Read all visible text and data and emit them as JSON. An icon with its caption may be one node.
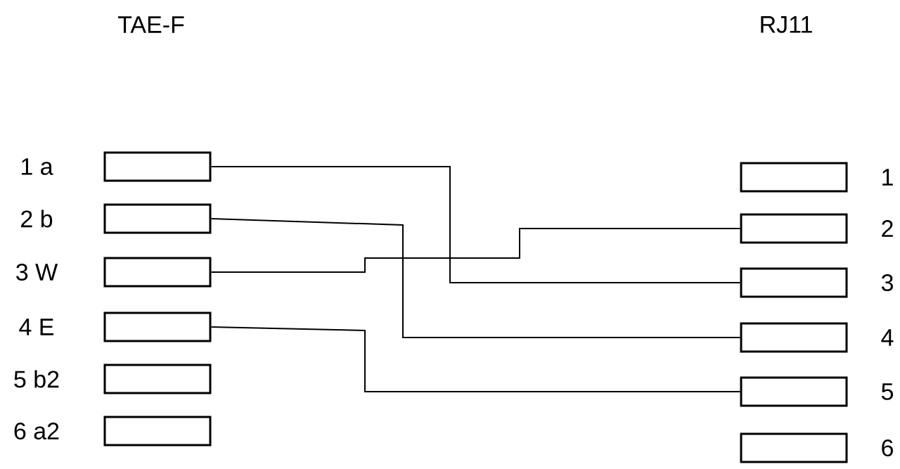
{
  "diagram": {
    "nodes": [
      {
        "text": [],
        "shape": "box",
        "beside": [
          "1 a"
        ]
      },
      {
        "text": [],
        "shape": "box",
        "beside": [
          "2 b"
        ]
      },
      {
        "text": [],
        "shape": "box",
        "beside": [
          "3 W"
        ]
      },
      {
        "text": [],
        "shape": "box",
        "beside": [
          "4 E"
        ]
      },
      {
        "text": [],
        "shape": "box",
        "beside": [
          "5 b2"
        ]
      },
      {
        "text": [],
        "shape": "box",
        "beside": [
          "6 a2"
        ]
      },
      {
        "text": [],
        "shape": "box",
        "beside": [
          "1"
        ]
      },
      {
        "text": [],
        "shape": "box",
        "beside": [
          "2"
        ]
      },
      {
        "text": [],
        "shape": "box",
        "beside": [
          "3"
        ]
      },
      {
        "text": [],
        "shape": "box",
        "beside": [
          "4"
        ]
      },
      {
        "text": [],
        "shape": "box",
        "beside": [
          "5"
        ]
      },
      {
        "text": [],
        "shape": "box",
        "beside": [
          "6"
        ]
      }
    ],
    "edges": [
      {
        "from": 0,
        "to": 8,
        "arrow": "none"
      },
      {
        "from": 1,
        "to": 9,
        "arrow": "none"
      },
      {
        "from": 2,
        "to": 7,
        "arrow": "none"
      },
      {
        "from": 3,
        "to": 10,
        "arrow": "none"
      }
    ],
    "labels": [
      "TAE-F",
      "RJ11"
    ]
  }
}
